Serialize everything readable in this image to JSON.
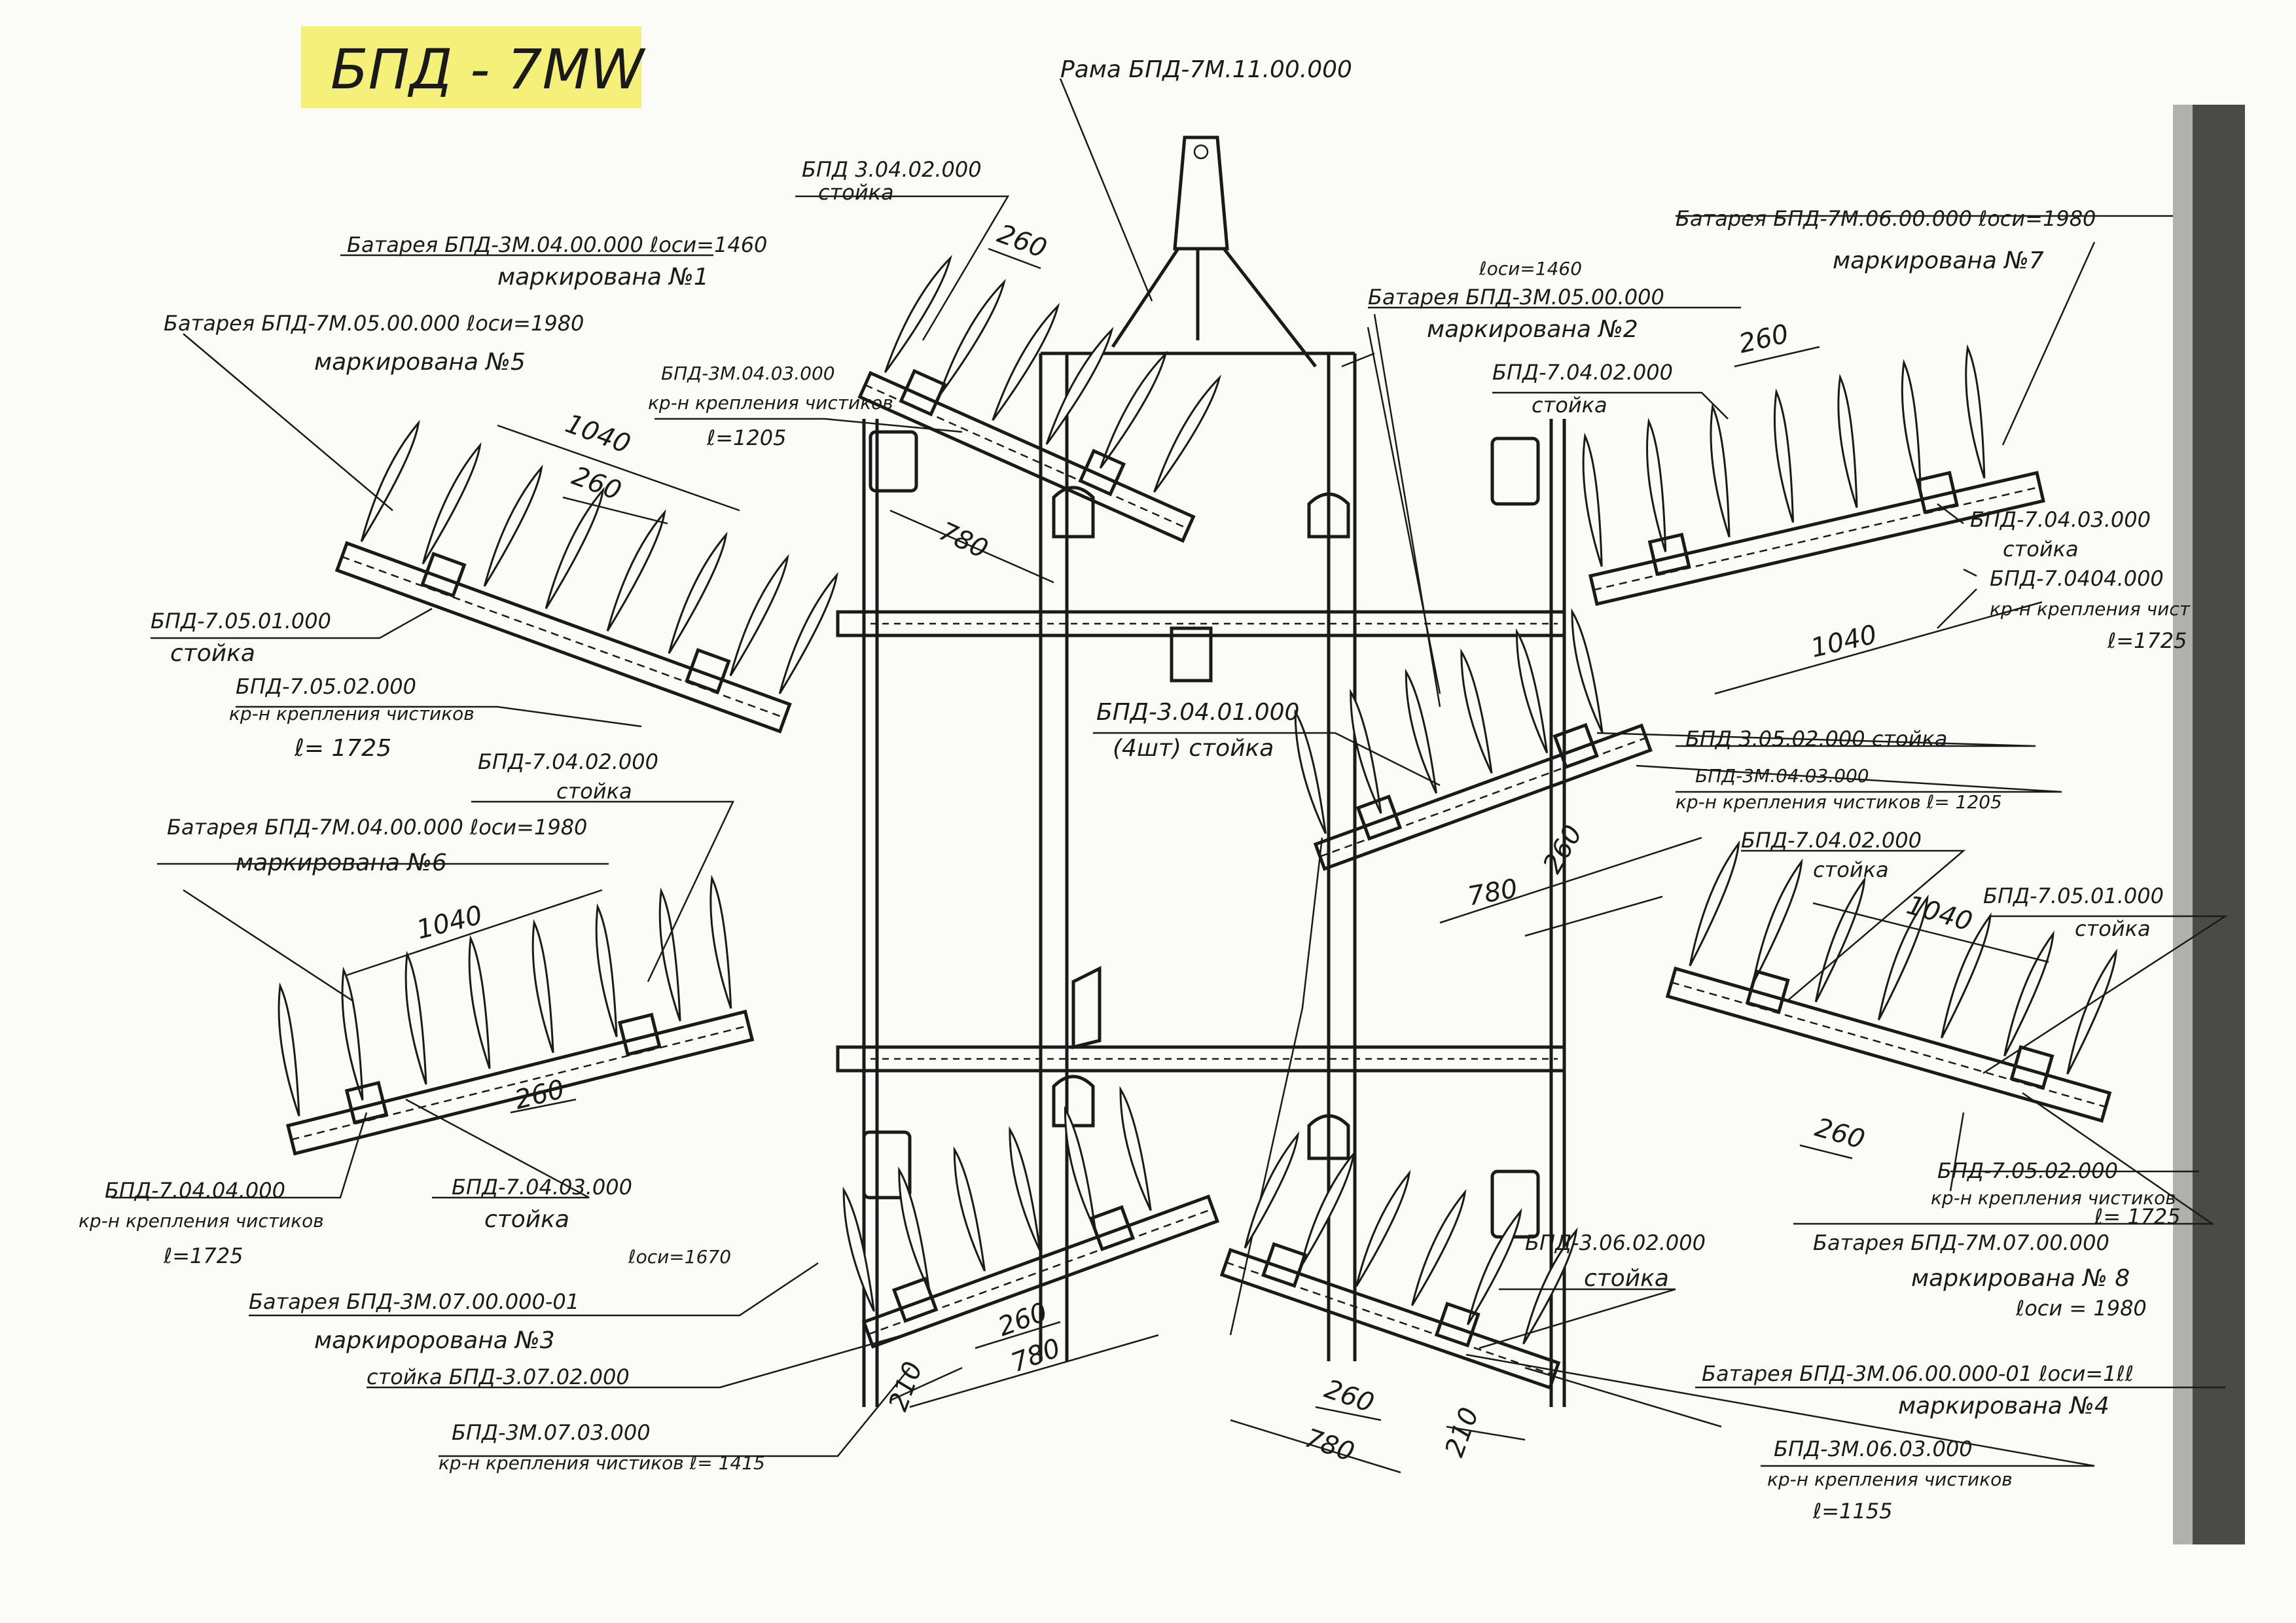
{
  "title": "БПД - 7MW",
  "colors": {
    "highlight": "#f4f07a",
    "ink": "#1a1a1a",
    "paper": "#fbfbf8",
    "scan_edge": "#2a2a2a"
  },
  "frame": {
    "label": "Рама БПД-7М.11.00.000"
  },
  "center": {
    "code": "БПД-3.04.01.000",
    "note": "(4шт) стойка"
  },
  "batteries": [
    {
      "id": "b1",
      "title": "Батарея БПД-3М.04.00.000 ℓоси=1460",
      "mark": "маркирована №1"
    },
    {
      "id": "b2",
      "axis": "ℓоси=1460",
      "title": "Батарея БПД-3М.05.00.000",
      "mark": "маркирована №2"
    },
    {
      "id": "b3",
      "axis": "ℓоси=1670",
      "title": "Батарея БПД-3М.07.00.000-01",
      "mark": "маркиророванa №3"
    },
    {
      "id": "b4",
      "title": "Батарея БПД-3М.06.00.000-01 ℓоси=1ℓℓ",
      "mark": "маркирована №4"
    },
    {
      "id": "b5",
      "title": "Батарея БПД-7М.05.00.000 ℓоси=1980",
      "mark": "маркирована №5"
    },
    {
      "id": "b6",
      "title": "Батарея БПД-7М.04.00.000 ℓоси=1980",
      "mark": "маркирована №6"
    },
    {
      "id": "b7",
      "title": "Батарея БПД-7М.06.00.000 ℓоси=1980",
      "mark": "маркирована №7"
    },
    {
      "id": "b8",
      "title": "Батарея БПД-7М.07.00.000",
      "mark": "маркирована № 8",
      "axis": "ℓоси = 1980"
    }
  ],
  "parts": {
    "p1": {
      "code": "БПД 3.04.02.000",
      "name": "стойка"
    },
    "p2": {
      "code": "БПД-3М.04.03.000",
      "name": "кр-н крепления чистиков",
      "len": "ℓ=1205"
    },
    "p3": {
      "code": "БПД-7.04.02.000",
      "name": "стойка"
    },
    "p4": {
      "code": "БПД-7.04.03.000",
      "name": "стойка"
    },
    "p5": {
      "code": "БПД-7.0404.000",
      "name": "кр-н крепления чист",
      "len": "ℓ=1725"
    },
    "p6": {
      "code": "БПД-7.05.01.000",
      "name": "стойка"
    },
    "p7": {
      "code": "БПД-7.05.02.000",
      "name": "кр-н крепления чистиков",
      "len": "ℓ= 1725"
    },
    "p8": {
      "code": "БПД-7.04.02.000",
      "name": "стойка"
    },
    "p9": {
      "code": "БПД 3.05.02.000 стойка"
    },
    "p10": {
      "code": "БПД-3М.04.03.000",
      "name": "кр-н крепления чистиков ℓ= 1205"
    },
    "p11": {
      "code": "БПД-7.04.02.000",
      "name": "стойка"
    },
    "p12": {
      "code": "БПД-7.05.01.000",
      "name": "стойка"
    },
    "p13": {
      "code": "БПД-7.04.04.000",
      "name": "кр-н крепления чистиков",
      "len": "ℓ=1725"
    },
    "p14": {
      "code": "БПД-7.04.03.000",
      "name": "стойка"
    },
    "p15": {
      "code": "БПД-7.05.02.000",
      "name": "кр-н крепления чистиков",
      "len": "ℓ= 1725"
    },
    "p16": {
      "code": "стойка БПД-3.07.02.000"
    },
    "p17": {
      "code": "БПД-3М.07.03.000",
      "name": "кр-н крепления чистиков ℓ= 1415"
    },
    "p18": {
      "code": "БПД-3.06.02.000",
      "name": "стойка"
    },
    "p19": {
      "code": "БПД-3М.06.03.000",
      "name": "кр-н крепления чистиков",
      "len": "ℓ=1155"
    }
  },
  "dims": {
    "d260_b1": "260",
    "d1040_b5": "1040",
    "d260_b5": "260",
    "d780_tl": "780",
    "d260_b7": "260",
    "d1040_b7": "1040",
    "d260_b2": "260",
    "d780_b2": "780",
    "d1040_b6": "1040",
    "d260_b6": "260",
    "d1040_b8": "1040",
    "d260_b8": "260",
    "d210_b3": "210",
    "d260_b3": "260",
    "d780_b3": "780",
    "d260_b4": "260",
    "d780_b4": "780",
    "d210_b4": "210"
  }
}
